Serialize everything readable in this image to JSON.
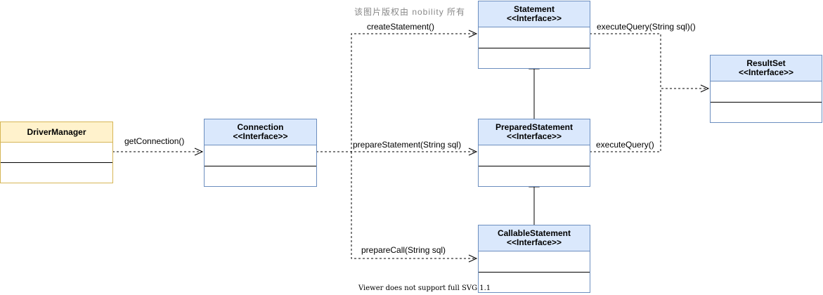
{
  "watermark": "该图片版权由 nobility 所有",
  "footer": "Viewer does not support full SVG 1.1",
  "classes": {
    "driver_manager": {
      "name": "DriverManager"
    },
    "connection": {
      "name": "Connection",
      "stereotype": "<<Interface>>"
    },
    "statement": {
      "name": "Statement",
      "stereotype": "<<Interface>>"
    },
    "prepared_statement": {
      "name": "PreparedStatement",
      "stereotype": "<<Interface>>"
    },
    "callable_statement": {
      "name": "CallableStatement",
      "stereotype": "<<Interface>>"
    },
    "result_set": {
      "name": "ResultSet",
      "stereotype": "<<Interface>>"
    }
  },
  "edges": {
    "get_connection": "getConnection()",
    "create_statement": "createStatement()",
    "prepare_statement": "prepareStatement(String sql)",
    "prepare_call": "prepareCall(String sql)",
    "execute_query_sql": "executeQuery(String sql)()",
    "execute_query": "executeQuery()"
  },
  "colors": {
    "interface_fill": "#dae8fc",
    "interface_stroke": "#6c8ebf",
    "manager_fill": "#fff2cc",
    "manager_stroke": "#d6b656"
  }
}
